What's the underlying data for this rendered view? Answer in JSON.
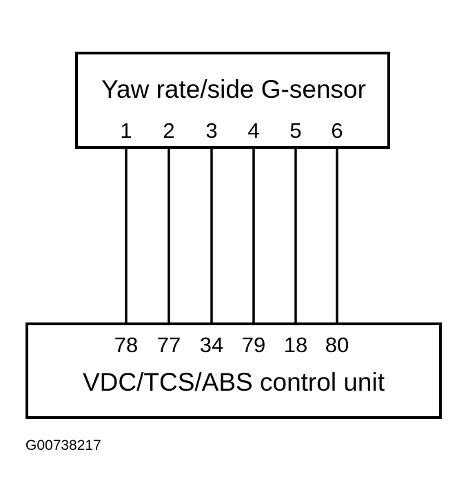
{
  "sensor": {
    "label": "Yaw rate/side G-sensor",
    "pins": [
      "1",
      "2",
      "3",
      "4",
      "5",
      "6"
    ]
  },
  "control_unit": {
    "label": "VDC/TCS/ABS control unit",
    "pins": [
      "78",
      "77",
      "34",
      "79",
      "18",
      "80"
    ]
  },
  "figure_id": "G00738217"
}
